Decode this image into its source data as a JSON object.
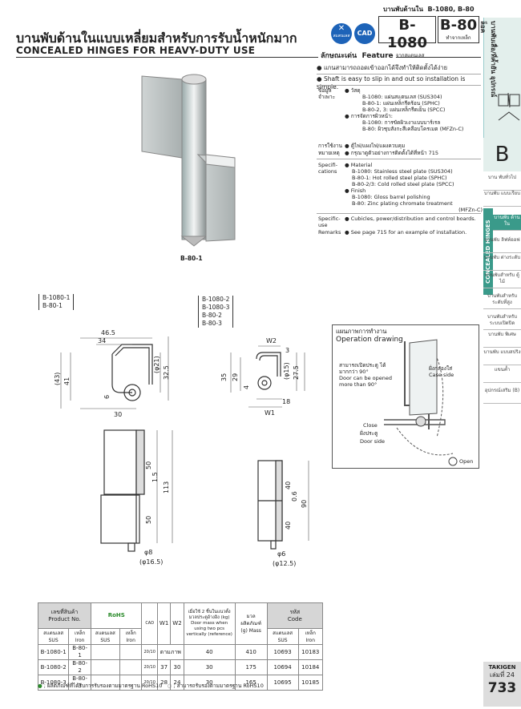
{
  "header": {
    "category_th": "บานพับด้านใน",
    "category_models": "B-1080, B-80",
    "title_th": "บานพับด้านในแบบเหลี่ยมสำหรับการรับน้ำหนักมาก",
    "title_en": "CONCEALED HINGES FOR HEAVY-DUTY USE",
    "badge_stainless": "สแตนเลส",
    "badge_cad": "CAD",
    "model1": "B-1080",
    "model1_sub": "ทำจากสแตนเลส",
    "model2": "B-80",
    "model2_sub": "ทำจากเหล็ก"
  },
  "sidebar": {
    "top_label": "บานพับเสื่อ/ที่ค้ำยัน อุปกรณ์ล็อค",
    "letter": "B",
    "vertical_label": "CONCEALED HINGES",
    "tabs": [
      "บาน พับทั่วไป",
      "บานพับ แบบเรียบ",
      "บานพับ ด้านใน",
      "บานพับ ลิฟท์ออฟ",
      "บานพับ ต่างระดับ",
      "บานพับสำหรับ ตู้ไม้",
      "บานพับสำหรับ ระดับที่สูง",
      "บานพับสำหรับ ระบบเปิดปิด",
      "บานพับ พิเศษ",
      "บานพับ แบบสปริง",
      "แขนค้ำ",
      "อุปกรณ์เสริม (B)"
    ],
    "active_tab": 2
  },
  "product_image_label": "B-80-1",
  "feature": {
    "heading_th": "ลักษณะเด่น",
    "heading_en": "Feature",
    "th_line": "แกนสามารถถอดเข้าออกได้จึงทำให้ติดตั้งได้ง่าย",
    "en_line": "Shaft is easy to slip in and out so installation is simple."
  },
  "specs_th": {
    "label1": "ข้อมูล",
    "label2": "จำเพาะ",
    "material_head": "วัสดุ",
    "material_lines": [
      "B-1080: แผ่นสแตนเลส (SUS304)",
      "B-80-1: แผ่นเหล็กรีดร้อน (SPHC)",
      "B-80-2, 3: แผ่นเหล็กรีดเย็น (SPCC)"
    ],
    "finish_head": "การจัดการผิวหน้า:",
    "finish_lines": [
      "B-1080: การขัดผิวเงาแบบบาร์เรล",
      "B-80: ผิวชุบสังกะสีเคลือบโครเมต (MFZn-C)"
    ],
    "use_label": "การใช้งาน",
    "use_text": "ตู้ไฟ/แผงไฟ/แผงควบคุม",
    "remarks_label": "หมายเหตุ",
    "remarks_text": "กรุณาดูตัวอย่างการติดตั้งได้ที่หน้า 715"
  },
  "specs_en": {
    "label": "Specifi- cations",
    "material_head": "Material",
    "material_lines": [
      "B-1080: Stainless steel plate (SUS304)",
      "B-80-1: Hot rolled steel plate (SPHC)",
      "B-80-2/3: Cold rolled steel plate (SPCC)"
    ],
    "finish_head": "Finish",
    "finish_lines": [
      "B-1080: Gloss barrel polishing",
      "B-80: Zinc plating chromate treatment",
      "(MFZn-C)"
    ],
    "use_label": "Specific- use",
    "use_text": "Cubicles, power/distribution and control boards.",
    "remarks_label": "Remarks",
    "remarks_text": "See page 715 for an example of installation."
  },
  "drawing_left": {
    "models": [
      "B-1080-1",
      "B-80-1"
    ],
    "dims": [
      "46.5",
      "34",
      "(43)",
      "41",
      "(φ21)",
      "32.5",
      "6",
      "30",
      "50",
      "1.5",
      "113",
      "50",
      "φ8",
      "(φ16.5)"
    ]
  },
  "drawing_right": {
    "models": [
      "B-1080-2",
      "B-1080-3",
      "B-80-2",
      "B-80-3"
    ],
    "dims": [
      "W2",
      "3",
      "35",
      "29",
      "4",
      "(φ15)",
      "27.5",
      "18",
      "W1",
      "40",
      "0.6",
      "90",
      "40",
      "φ6",
      "(φ12.5)"
    ]
  },
  "operation": {
    "title_th": "แผนภาพการทำงาน",
    "title_en": "Operation drawing",
    "open_th": "สามารถเปิดประตู ได้มากกว่า 90°",
    "open_en": "Door can be opened more than 90°",
    "case_th": "ฝั่งกล่องใส่",
    "case_en": "Case side",
    "close_en": "Close",
    "door_th": "ฝั่งประตู",
    "door_en": "Door side",
    "open_label": "Open"
  },
  "table": {
    "h_product_th": "เลขที่สินค้า",
    "h_product_en": "Product No.",
    "h_rohs": "RoHS",
    "h_cad": "CAD",
    "h_w1": "W1",
    "h_w2": "W2",
    "h_doormass": "เมื่อใช้ 2 ชิ้นในแนวตั้ง มวลประตูอ้างอิง (kg) Door mass when using two pcs vertically (reference)",
    "h_mass": "มวลผลิตภัณฑ์ (g) Mass",
    "h_code_th": "รหัส",
    "h_code_en": "Code",
    "h_sus": "สแตนเลส SUS",
    "h_iron": "เหล็ก Iron",
    "rows": [
      {
        "sus": "B-1080-1",
        "iron": "B-80-1",
        "rohs1": "",
        "rohs2": "",
        "cad": "20/10",
        "w1": "ตามภาพ",
        "w2": "",
        "door": "40",
        "mass": "410",
        "c_sus": "10693",
        "c_iron": "10183"
      },
      {
        "sus": "B-1080-2",
        "iron": "B-80-2",
        "rohs1": "",
        "rohs2": "",
        "cad": "20/10",
        "w1": "37",
        "w2": "30",
        "door": "30",
        "mass": "175",
        "c_sus": "10694",
        "c_iron": "10184"
      },
      {
        "sus": "B-1080-3",
        "iron": "B-80-3",
        "rohs1": "",
        "rohs2": "",
        "cad": "20/10",
        "w1": "28",
        "w2": "24",
        "door": "30",
        "mass": "165",
        "c_sus": "10695",
        "c_iron": "10185"
      }
    ]
  },
  "footnote1": "ผลิตภัณฑ์ที่ได้รับการรับรองตามมาตรฐาน RoHS10",
  "footnote2": "สามารถรับรองตามมาตรฐาน RoHS10",
  "brand": "TAKIGEN",
  "volume": "เล่มที่ 24",
  "page": "733",
  "colors": {
    "accent": "#3a9a8a",
    "badge_blue": "#1d63b8",
    "tab_active": "#3a9a8a"
  }
}
